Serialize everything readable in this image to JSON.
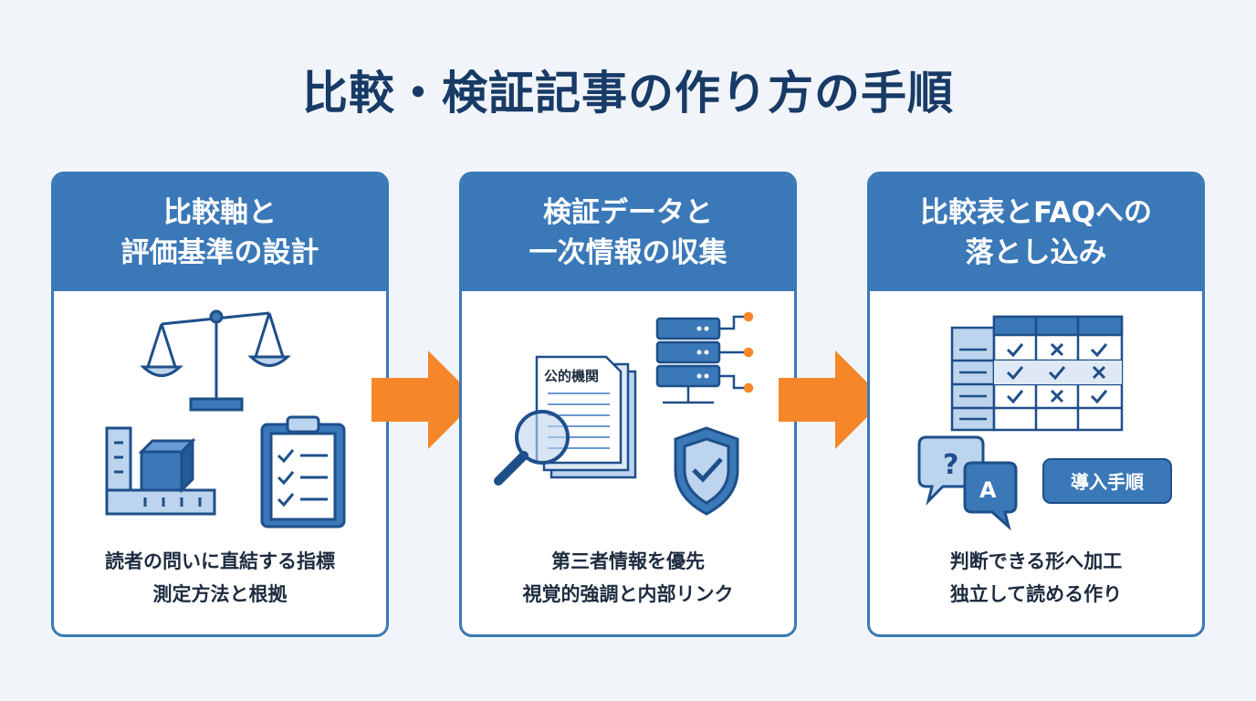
{
  "title": "比較・検証記事の作り方の手順",
  "steps": [
    {
      "heading": [
        "比較軸と",
        "評価基準の設計"
      ],
      "body": [
        "読者の問いに直結する指標",
        "測定方法と根拠"
      ]
    },
    {
      "heading": [
        "検証データと",
        "一次情報の収集"
      ],
      "body": [
        "第三者情報を優先",
        "視覚的強調と内部リンク"
      ],
      "doc_label": "公的機関"
    },
    {
      "heading": [
        "比較表とFAQへの",
        "落とし込み"
      ],
      "body": [
        "判断できる形へ加工",
        "独立して読める作り"
      ],
      "tag_label": "導入手順",
      "answer_letter": "A",
      "question_mark": "?"
    }
  ],
  "colors": {
    "primary": "#3a78b8",
    "title": "#183a66",
    "arrow": "#f5862a",
    "icon_fill": "#bcd4ee",
    "icon_dark": "#1e4f8a"
  },
  "icons": [
    "balance-scale-icon",
    "ruler-icon",
    "cube-icon",
    "clipboard-checklist-icon",
    "document-stack-icon",
    "magnifier-icon",
    "server-icon",
    "shield-check-icon",
    "comparison-table-icon",
    "question-bubble-icon",
    "answer-bubble-icon"
  ]
}
